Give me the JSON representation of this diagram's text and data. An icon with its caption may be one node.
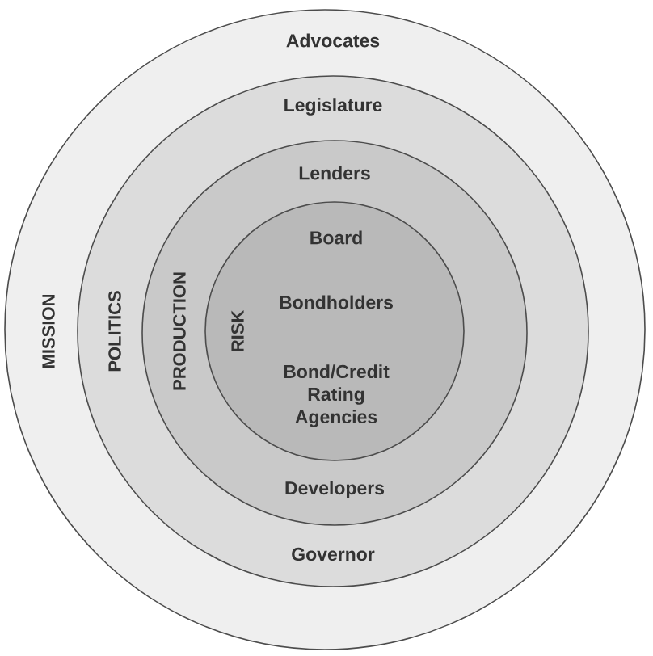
{
  "diagram": {
    "nodes": [
      {
        "text": [
          "MISSION",
          "Advocates"
        ]
      },
      {
        "text": [
          "POLITICS",
          "Legislature",
          "Governor"
        ],
        "in": 0
      },
      {
        "text": [
          "PRODUCTION",
          "Lenders",
          "Developers"
        ],
        "in": 1
      },
      {
        "text": [
          "RISK",
          "Board",
          "Bondholders",
          "Bond/Credit Rating Agencies"
        ],
        "in": 2
      }
    ]
  }
}
